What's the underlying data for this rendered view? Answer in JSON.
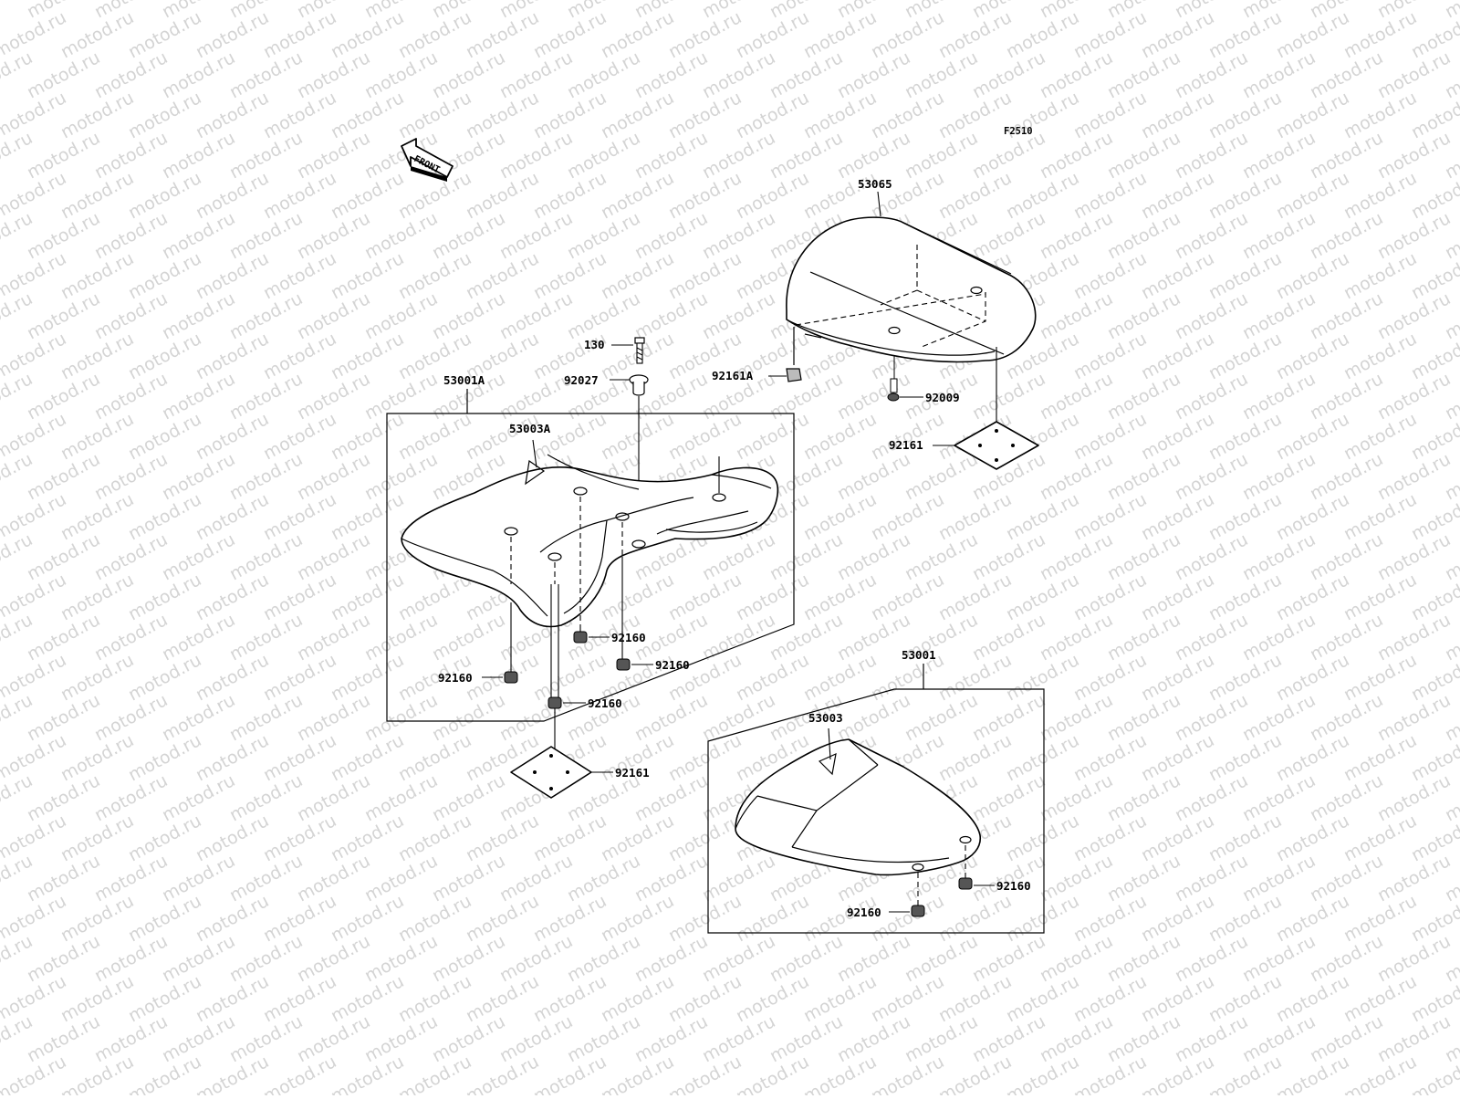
{
  "figure_code": "F2510",
  "front_label": "FRONT",
  "watermark_text": "motod.ru",
  "parts": {
    "seat_assembly_front": "53001A",
    "seat_cover_front": "53003A",
    "bolt": "130",
    "collar": "92027",
    "seat_cowl": "53065",
    "cowl_damper": "92161A",
    "cowl_screw": "92009",
    "rear_damper": "92161",
    "front_damper": "92161",
    "seat_assembly_rear": "53001",
    "seat_cover_rear": "53003",
    "grommet_a": "92160",
    "grommet_b": "92160",
    "grommet_c": "92160",
    "grommet_d": "92160",
    "grommet_e": "92160",
    "grommet_f": "92160"
  }
}
